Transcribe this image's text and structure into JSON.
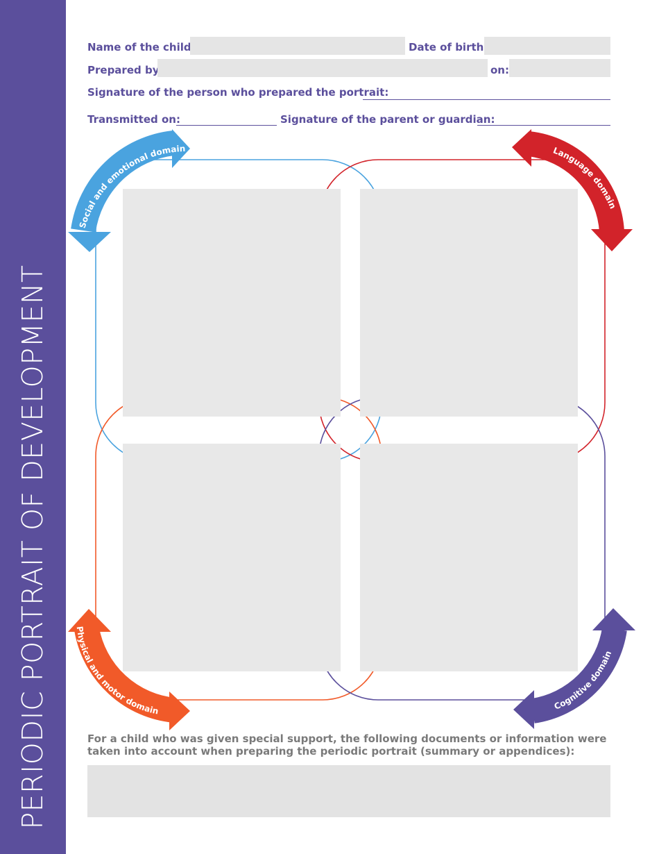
{
  "sidebar": {
    "title": "PERIODIC PORTRAIT OF DEVELOPMENT"
  },
  "form": {
    "child_name_label": "Name of the child:",
    "dob_label": "Date of birth:",
    "prepared_by_label": "Prepared by:",
    "on_label": "on:",
    "signature_preparer_label": "Signature of the person who prepared the portrait:",
    "transmitted_label": "Transmitted on:",
    "signature_parent_label": "Signature of the parent or guardian:"
  },
  "domains": {
    "social": {
      "label": "Social and emotional domain",
      "color": "#4aa3df"
    },
    "language": {
      "label": "Language domain",
      "color": "#d2232a"
    },
    "physical": {
      "label": "Physical and motor domain",
      "color": "#f15a29"
    },
    "cognitive": {
      "label": "Cognitive domain",
      "color": "#5b4f9c"
    }
  },
  "footer": {
    "note": "For a child who was given special support, the following documents or information were taken into account when preparing the periodic portrait (summary or appendices):"
  }
}
